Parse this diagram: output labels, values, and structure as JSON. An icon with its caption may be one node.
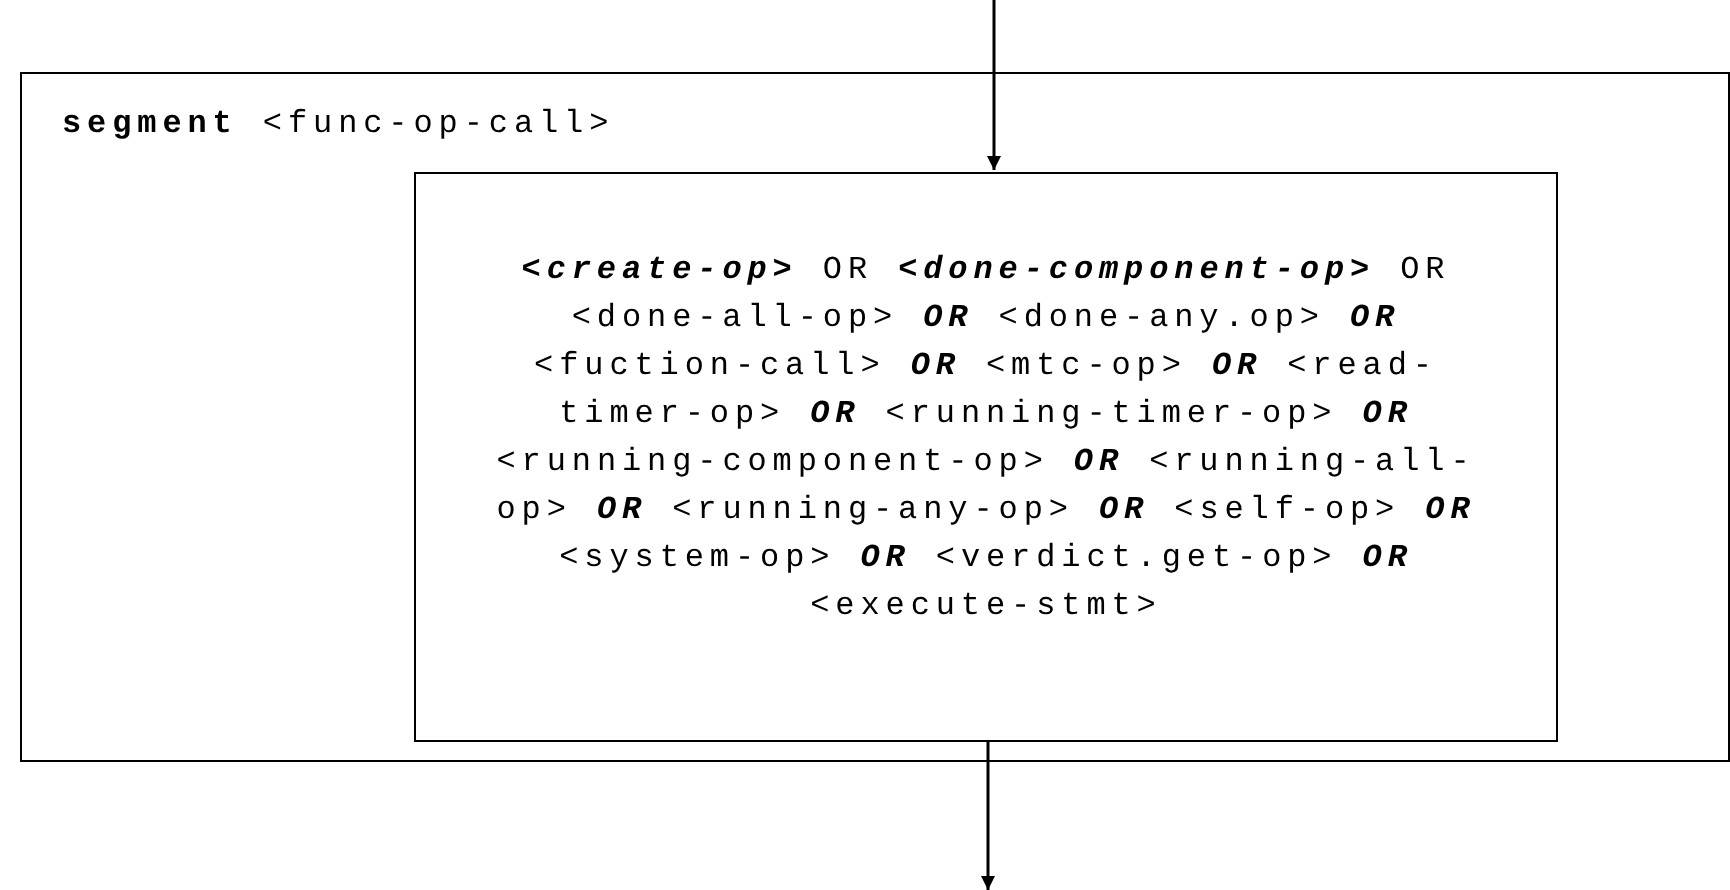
{
  "diagram": {
    "nodes": [
      {
        "text": [
          "**segment** <func-op-call>"
        ]
      },
      {
        "text": [
          "**<create-op>** OR **<done-component-op>** OR <done-all-op> **OR** <done-any.op> **OR** <fuction-call> **OR** <mtc-op> **OR** <read-timer-op> **OR** <running-timer-op> **OR** <running-component-op> **OR** <running-all-op> **OR** <running-any-op> **OR** <self-op> **OR** <system-op> **OR** <verdict.get-op> **OR** <execute-stmt>"
        ],
        "in": 0
      }
    ],
    "edges": [
      {
        "from": null,
        "to": 1,
        "arrow": "to"
      },
      {
        "from": 1,
        "to": null,
        "arrow": "to"
      }
    ]
  }
}
